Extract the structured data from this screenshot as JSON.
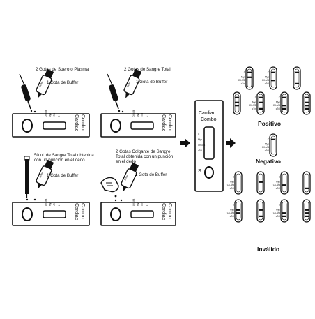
{
  "instructions": {
    "step1_main": "2 Gotas de Suero o Plasma",
    "step1_buffer": "1 Gota de Buffer",
    "step2_main": "2 Gotas de Sangre Total",
    "step2_buffer": "1 Gota de Buffer",
    "step3_main_l1": "50 uL de Sangre Total obtenida",
    "step3_main_l2": "con un punción en el dedo",
    "step3_buffer": "1 Gota de Buffer",
    "step4_main_l1": "2 Gotas Colgante de Sangre",
    "step4_main_l2": "Total obtenida con un punción",
    "step4_main_l3": "en el dedo",
    "step4_buffer": "1 Gota de Buffer"
  },
  "bottle_label": "Buffer",
  "cassette": {
    "name_l1": "Cardiac",
    "name_l2": "Combo",
    "sample_marker": "S",
    "line_labels": [
      "CK-MB",
      "Myo",
      "cTnI",
      "C"
    ]
  },
  "mini_labels": [
    "C",
    "Myo",
    "CK-MB",
    "cTnI"
  ],
  "results": {
    "positive": "Positivo",
    "negative": "Negativo",
    "invalid": "Inválido"
  }
}
